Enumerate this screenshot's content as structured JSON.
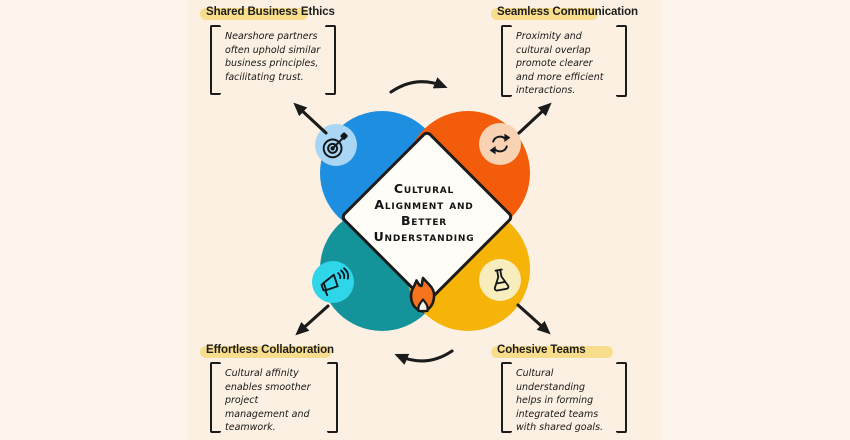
{
  "center": {
    "title_lines": [
      "Cultural",
      "Alignment and",
      "Better",
      "Understanding"
    ]
  },
  "corners": {
    "top_left": {
      "heading": "Shared Business Ethics",
      "body": "Nearshore partners often uphold similar business principles, facilitating trust."
    },
    "top_right": {
      "heading": "Seamless Communication",
      "body": "Proximity and cultural overlap promote clearer and more efficient interactions."
    },
    "bottom_left": {
      "heading": "Effortless Collaboration",
      "body": "Cultural affinity enables smoother project management and teamwork."
    },
    "bottom_right": {
      "heading": "Cohesive Teams",
      "body": "Cultural understanding helps in forming integrated teams with shared goals."
    }
  },
  "icons": {
    "top_left": "target-dart-icon",
    "top_right": "recycle-icon",
    "bottom_left": "megaphone-icon",
    "bottom_right": "flask-icon",
    "center_bottom": "flame-icon"
  },
  "colors": {
    "background": "#fbf0e1",
    "background_sides": "#fdf5ec",
    "ink": "#1b1b1b",
    "highlight": "#f8dd8d",
    "circle_blue": "#1e8fe0",
    "circle_orange": "#f25c0b",
    "circle_teal": "#15939b",
    "circle_yellow": "#f6b409",
    "badge_blue": "#a9d6f4",
    "badge_peach": "#f8d2b2",
    "badge_cyan": "#2fd5e8",
    "badge_yellow": "#f8eebd",
    "flame_orange": "#f4731c"
  }
}
